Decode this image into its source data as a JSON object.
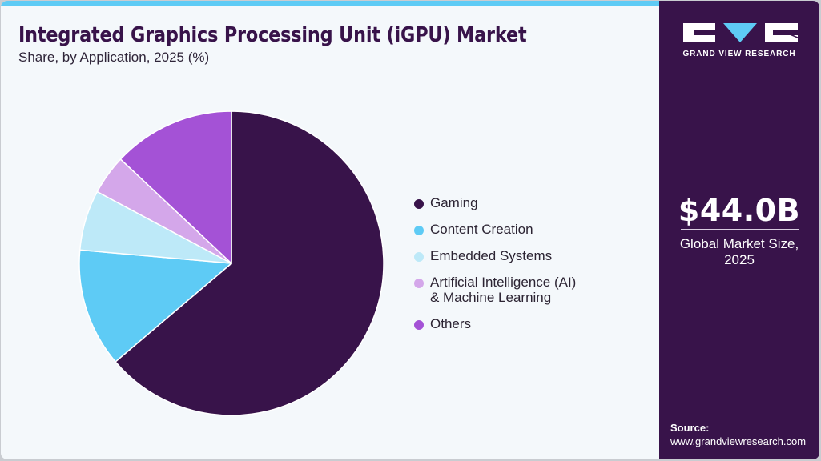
{
  "header": {
    "title": "Integrated Graphics Processing Unit (iGPU) Market",
    "subtitle": "Share, by Application, 2025 (%)"
  },
  "chart_data": {
    "type": "pie",
    "title": "Integrated Graphics Processing Unit (iGPU) Market",
    "subtitle": "Share, by Application, 2025 (%)",
    "categories": [
      "Gaming",
      "Content Creation",
      "Embedded Systems",
      "Artificial Intelligence (AI) & Machine Learning",
      "Others"
    ],
    "values": [
      63.8,
      12.6,
      6.4,
      4.2,
      13.0
    ],
    "colors": [
      "#38134a",
      "#5ecbf5",
      "#bde9f8",
      "#d4a7ea",
      "#a452d6"
    ],
    "start_angle_deg": 0,
    "direction": "clockwise",
    "legend_position": "right",
    "data_labels": false
  },
  "legend": {
    "items": [
      {
        "label": "Gaming",
        "color": "#38134a"
      },
      {
        "label": "Content Creation",
        "color": "#5ecbf5"
      },
      {
        "label": "Embedded Systems",
        "color": "#bde9f8"
      },
      {
        "label": "Artificial Intelligence (AI)",
        "label_line2": "& Machine Learning",
        "color": "#d4a7ea"
      },
      {
        "label": "Others",
        "color": "#a452d6"
      }
    ]
  },
  "side_panel": {
    "logo_text": "GRAND VIEW RESEARCH",
    "market_value": "$44.0B",
    "market_label_line1": "Global Market Size,",
    "market_label_line2": "2025",
    "source_label": "Source:",
    "source_url": "www.grandviewresearch.com"
  },
  "colors": {
    "brand_dark": "#38134a",
    "accent": "#5ecbf5",
    "background": "#f4f8fb"
  }
}
